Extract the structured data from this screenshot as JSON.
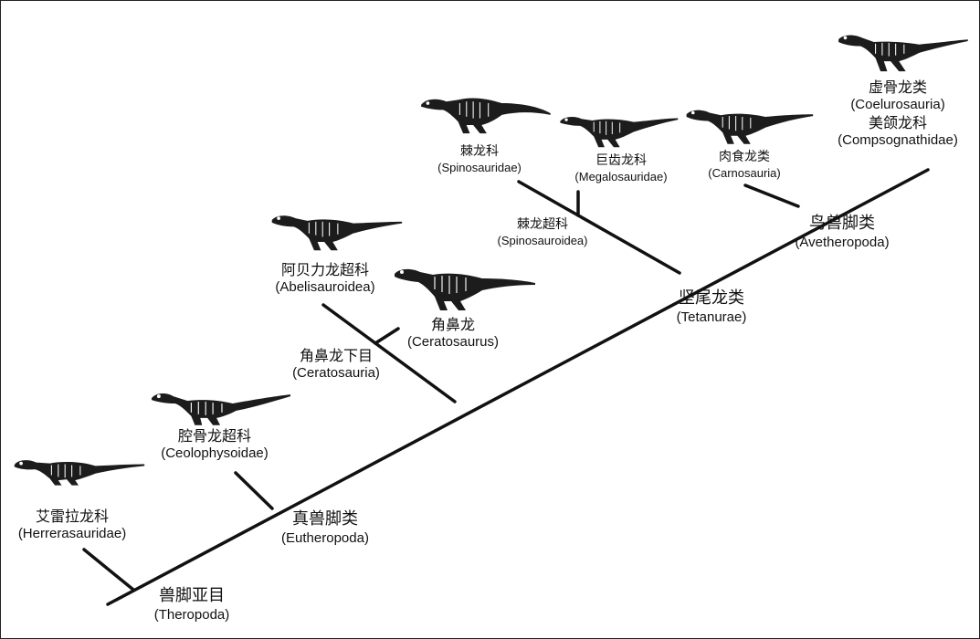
{
  "diagram": {
    "colors": {
      "line": "#111111",
      "skeleton_body": "#1c1c1c",
      "bone": "#f2f2f2",
      "background": "#ffffff"
    },
    "nodes": {
      "theropoda": {
        "cn": "兽脚亚目",
        "en": "(Theropoda)"
      },
      "eutheropoda": {
        "cn": "真兽脚类",
        "en": "(Eutheropoda)"
      },
      "tetanurae": {
        "cn": "坚尾龙类",
        "en": "(Tetanurae)"
      },
      "avetheropoda": {
        "cn": "鸟兽脚类",
        "en": "(Avetheropoda)"
      },
      "ceratosauria": {
        "cn": "角鼻龙下目",
        "en": "(Ceratosauria)"
      },
      "spinosauroidea": {
        "cn": "棘龙超科",
        "en": "(Spinosauroidea)"
      }
    },
    "leaves": {
      "herrerasauridae": {
        "cn": "艾雷拉龙科",
        "en": "(Herrerasauridae)"
      },
      "ceolophysoidae": {
        "cn": "腔骨龙超科",
        "en": "(Ceolophysoidae)"
      },
      "abelisauroidea": {
        "cn": "阿贝力龙超科",
        "en": "(Abelisauroidea)"
      },
      "ceratosaurus": {
        "cn": "角鼻龙",
        "en": "(Ceratosaurus)"
      },
      "spinosauridae": {
        "cn": "棘龙科",
        "en": "(Spinosauridae)"
      },
      "megalosauridae": {
        "cn": "巨齿龙科",
        "en": "(Megalosauridae)"
      },
      "carnosauria": {
        "cn": "肉食龙类",
        "en": "(Carnosauria)"
      },
      "coelurosauria": {
        "cn": "虚骨龙类",
        "en": "(Coelurosauria)",
        "cn2": "美颌龙科",
        "en2": "(Compsognathidae)"
      }
    },
    "skeleton_icons": [
      "dinosaur-skeleton-icon"
    ]
  }
}
